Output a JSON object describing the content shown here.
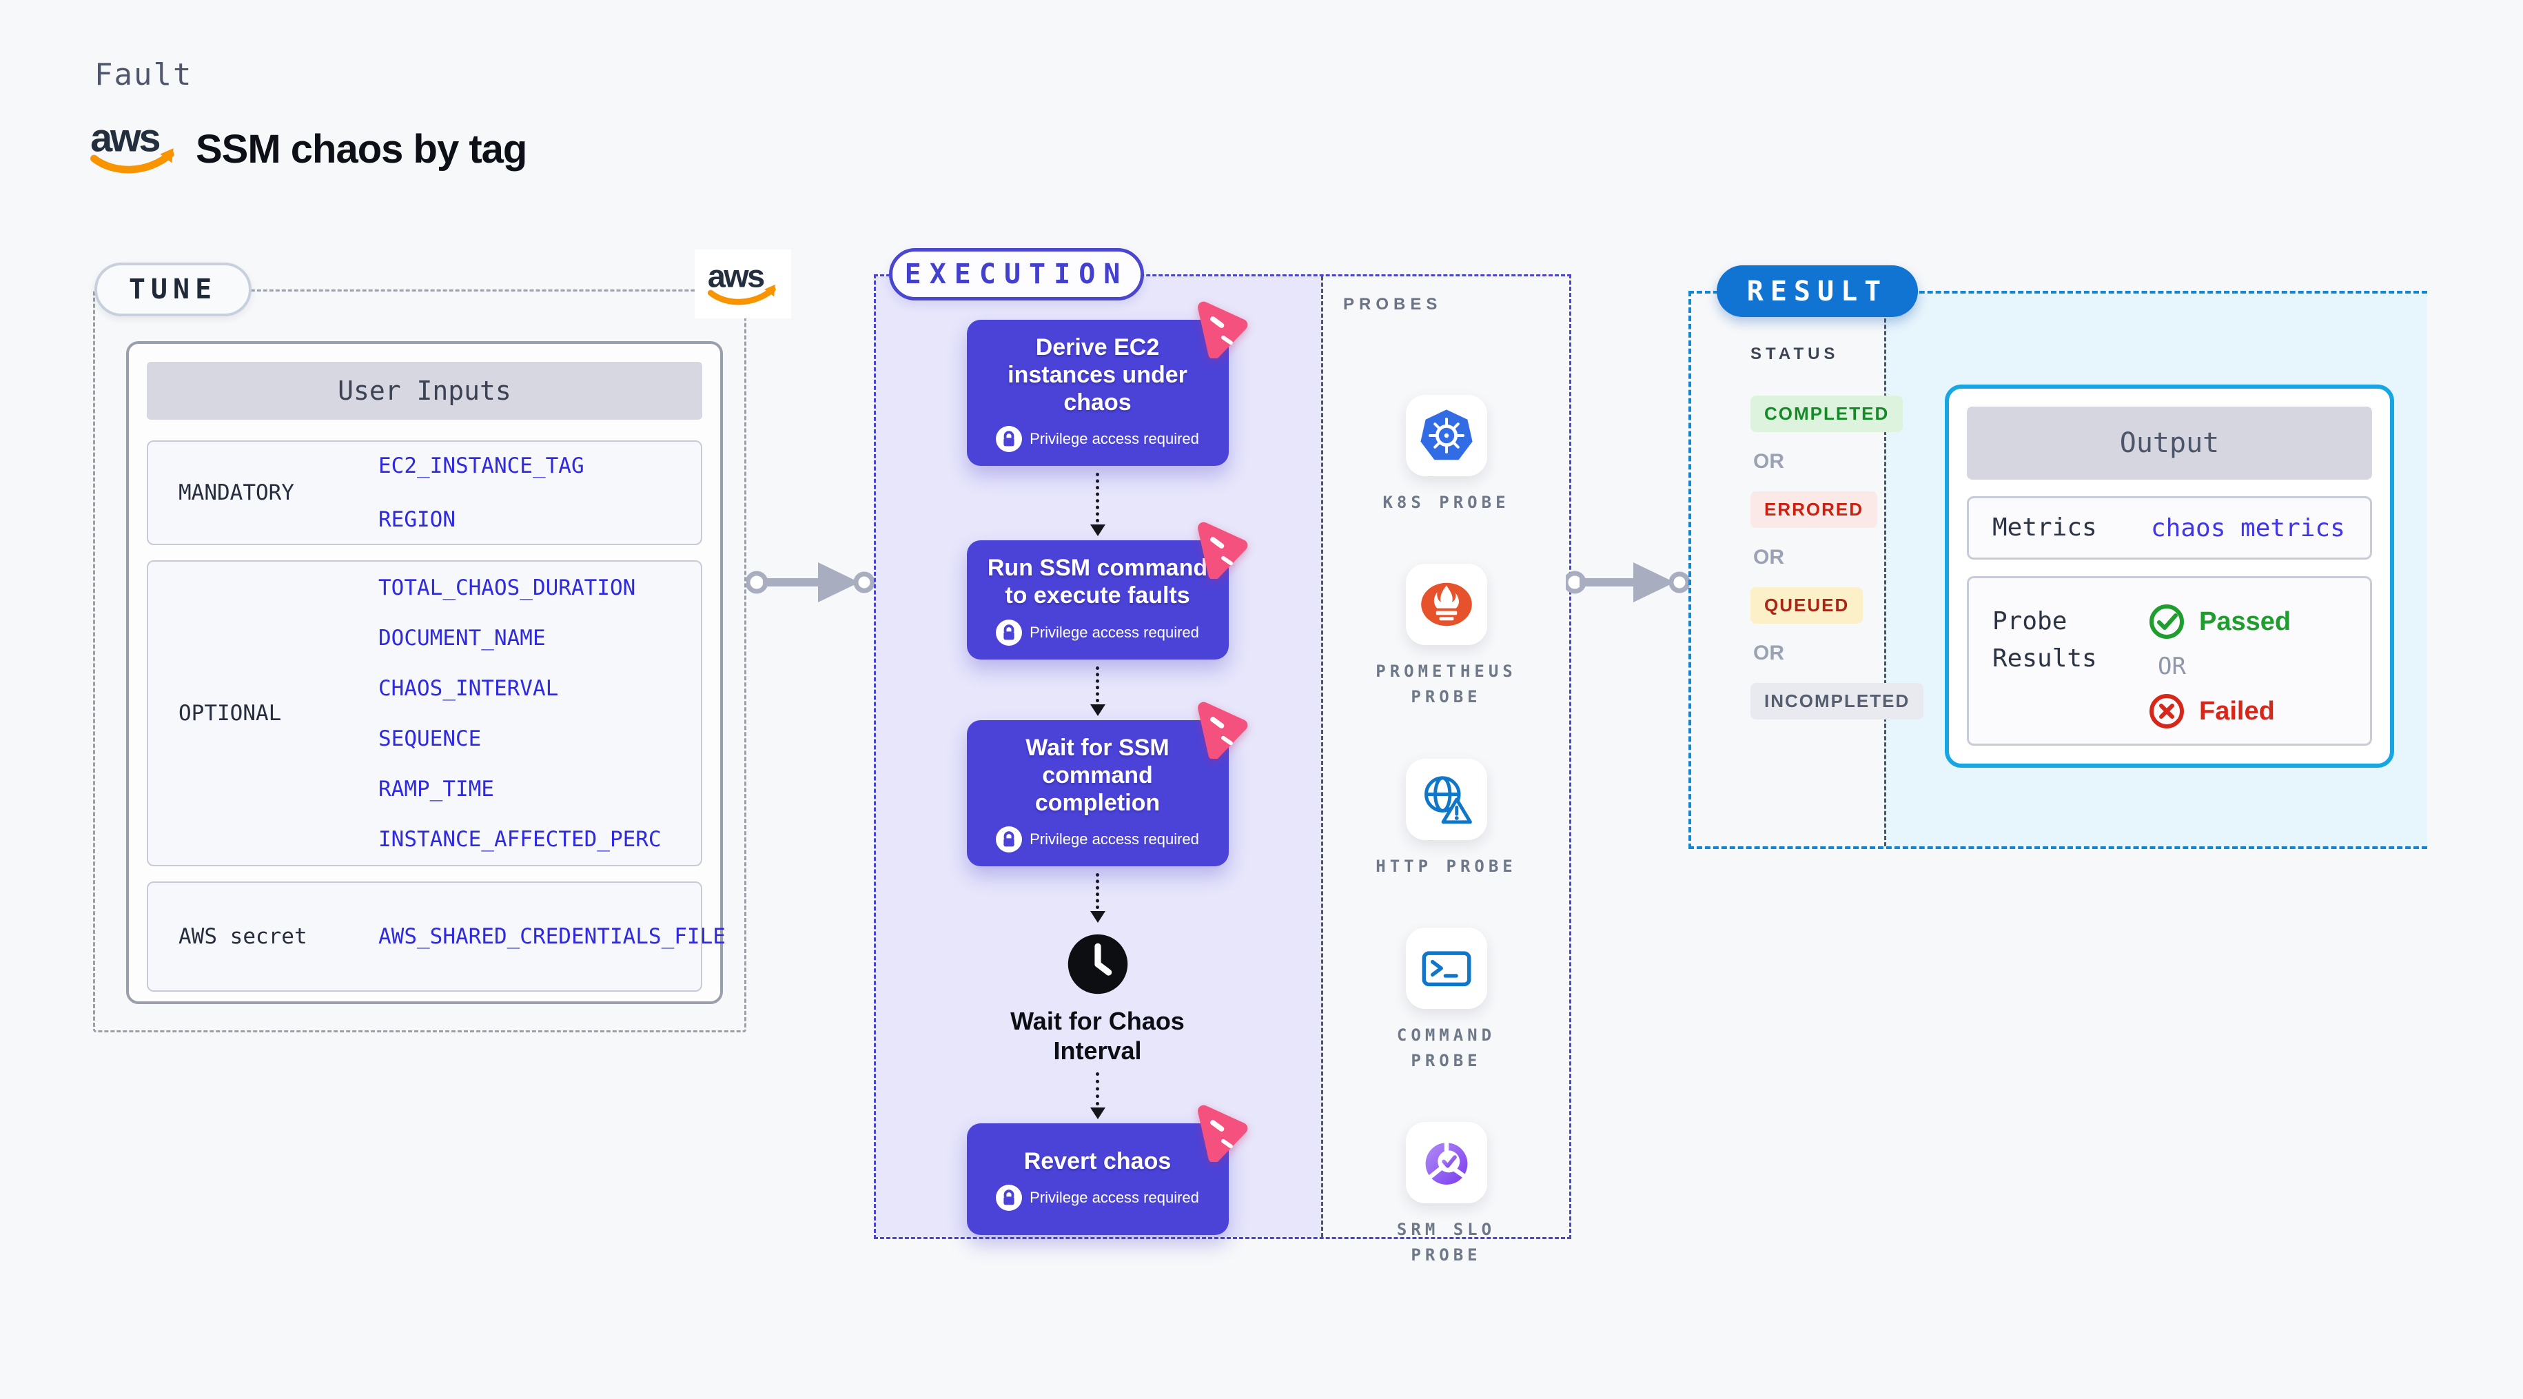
{
  "header": {
    "kicker": "Fault",
    "title": "SSM chaos by tag",
    "aws_logo_text": "aws"
  },
  "tune": {
    "badge": "TUNE",
    "table_title": "User Inputs",
    "rows": [
      {
        "label": "MANDATORY",
        "values": [
          "EC2_INSTANCE_TAG",
          "REGION"
        ]
      },
      {
        "label": "OPTIONAL",
        "values": [
          "TOTAL_CHAOS_DURATION",
          "DOCUMENT_NAME",
          "CHAOS_INTERVAL",
          "SEQUENCE",
          "RAMP_TIME",
          "INSTANCE_AFFECTED_PERC"
        ]
      },
      {
        "label": "AWS secret",
        "values": [
          "AWS_SHARED_CREDENTIALS_FILE"
        ]
      }
    ]
  },
  "execution": {
    "badge": "EXECUTION",
    "privilege_label": "Privilege access required",
    "steps": [
      {
        "title": "Derive EC2 instances under chaos"
      },
      {
        "title": "Run SSM command to execute faults"
      },
      {
        "title": "Wait for SSM command completion"
      },
      {
        "title": "Revert chaos"
      }
    ],
    "wait_label": "Wait for Chaos Interval"
  },
  "probes": {
    "title": "PROBES",
    "items": [
      {
        "label": "K8S PROBE",
        "icon": "kubernetes-icon"
      },
      {
        "label": "PROMETHEUS PROBE",
        "icon": "prometheus-icon"
      },
      {
        "label": "HTTP PROBE",
        "icon": "http-globe-warning-icon"
      },
      {
        "label": "COMMAND PROBE",
        "icon": "terminal-icon"
      },
      {
        "label": "SRM SLO PROBE",
        "icon": "slo-pie-check-icon"
      }
    ]
  },
  "result": {
    "badge": "RESULT",
    "status_title": "STATUS",
    "or_label": "OR",
    "statuses": [
      {
        "label": "COMPLETED",
        "fg": "#168a28",
        "bg": "#def3de"
      },
      {
        "label": "ERRORED",
        "fg": "#cb1f10",
        "bg": "#fbe9e7"
      },
      {
        "label": "QUEUED",
        "fg": "#ab2516",
        "bg": "#fcf0c9"
      },
      {
        "label": "INCOMPLETED",
        "fg": "#555e6e",
        "bg": "#e8eaef"
      }
    ],
    "output": {
      "title": "Output",
      "metrics_label": "Metrics",
      "metrics_value": "chaos metrics",
      "probe_results_label": "Probe Results",
      "or_label": "OR",
      "passed_label": "Passed",
      "failed_label": "Failed"
    }
  },
  "colors": {
    "page_bg": "#f7f8fa",
    "step_purple": "#4b43d8",
    "execution_fill": "#e7e6fb",
    "execution_dash": "#4a46cf",
    "tune_dash": "#9aa0aa",
    "result_dash": "#1286d2",
    "result_fill": "#e7f5fc",
    "result_pill_blue": "#1173d2",
    "output_border_cyan": "#15a6e3",
    "value_blue": "#2f2ae0",
    "metrics_value_blue": "#4035e8",
    "passed_green": "#1f9d2f",
    "failed_red": "#d5281b",
    "kubernetes_blue": "#326ce5",
    "prometheus_orange": "#e6522c",
    "probe_icon_blue": "#1076c8",
    "srm_purple": "#7a3bed",
    "litmus_pink": "#f4517e",
    "aws_orange": "#f79400",
    "aws_dark": "#232f3e"
  }
}
